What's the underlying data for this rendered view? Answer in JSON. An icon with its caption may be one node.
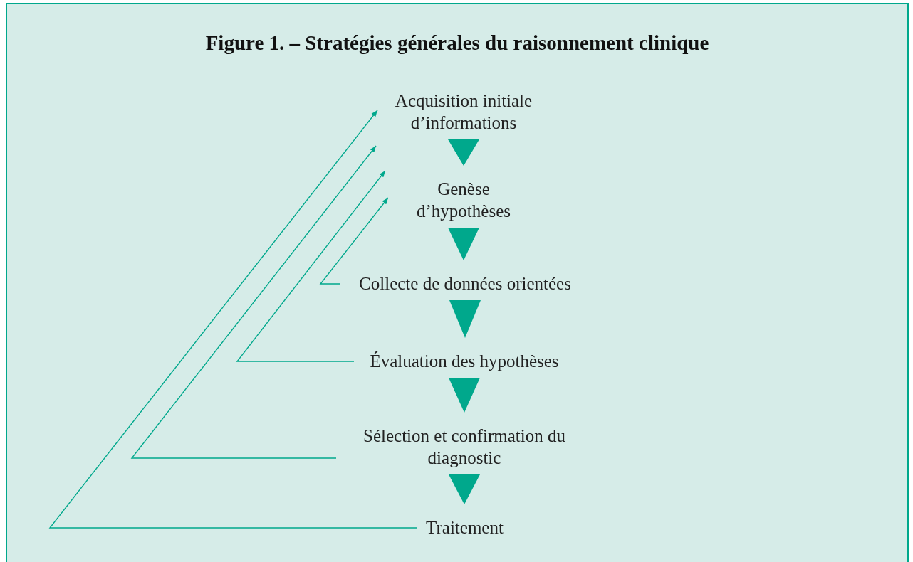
{
  "diagram": {
    "title": "Figure 1. – Stratégies générales du raisonnement clinique",
    "nodes": [
      {
        "text": [
          "Acquisition initiale d’informations"
        ]
      },
      {
        "text": [
          "Genèse d’hypothèses"
        ]
      },
      {
        "text": [
          "Collecte de données orientées"
        ]
      },
      {
        "text": [
          "Évaluation des hypothèses"
        ]
      },
      {
        "text": [
          "Sélection et confirmation du diagnostic"
        ]
      },
      {
        "text": [
          "Traitement"
        ]
      }
    ],
    "edges": [
      {
        "from": 0,
        "to": 1,
        "arrow": "to"
      },
      {
        "from": 1,
        "to": 2,
        "arrow": "to"
      },
      {
        "from": 2,
        "to": 3,
        "arrow": "to"
      },
      {
        "from": 3,
        "to": 4,
        "arrow": "to"
      },
      {
        "from": 4,
        "to": 5,
        "arrow": "to"
      },
      {
        "from": 2,
        "to": 1,
        "arrow": "to"
      },
      {
        "from": 3,
        "to": 1,
        "arrow": "to"
      },
      {
        "from": 4,
        "to": 0,
        "arrow": "to"
      },
      {
        "from": 5,
        "to": 0,
        "arrow": "to"
      }
    ]
  }
}
